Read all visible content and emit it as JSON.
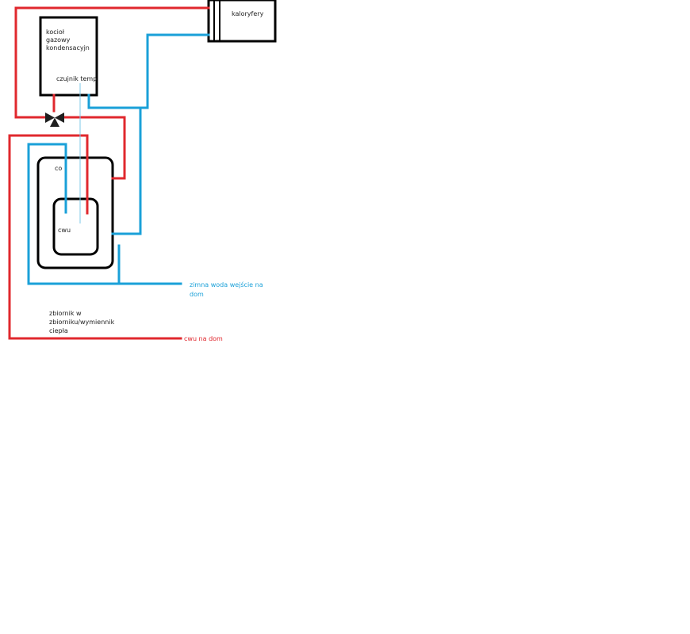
{
  "colors": {
    "hot_pipe": "#e0282e",
    "cold_pipe": "#1aa0d8",
    "outline": "#000000",
    "valve": "#1f1f1f",
    "sensor_line": "#7cc9e8",
    "label_text": "#222222"
  },
  "boiler": {
    "label_lines": [
      "kocioł",
      "gazowy",
      "kondensacyjn"
    ],
    "sensor_label": "czujnik temp"
  },
  "radiators": {
    "label": "kaloryfery"
  },
  "tank": {
    "outer_label": "co",
    "inner_label": "cwu",
    "caption_lines": [
      "zbiornik w",
      "zbiorniku/wymiennik",
      "ciepła"
    ]
  },
  "outputs": {
    "cold_in_lines": [
      "zimna woda wejście na",
      "dom"
    ],
    "hot_out": "cwu na dom"
  },
  "icons": {
    "valve": "three-way-valve-icon"
  }
}
